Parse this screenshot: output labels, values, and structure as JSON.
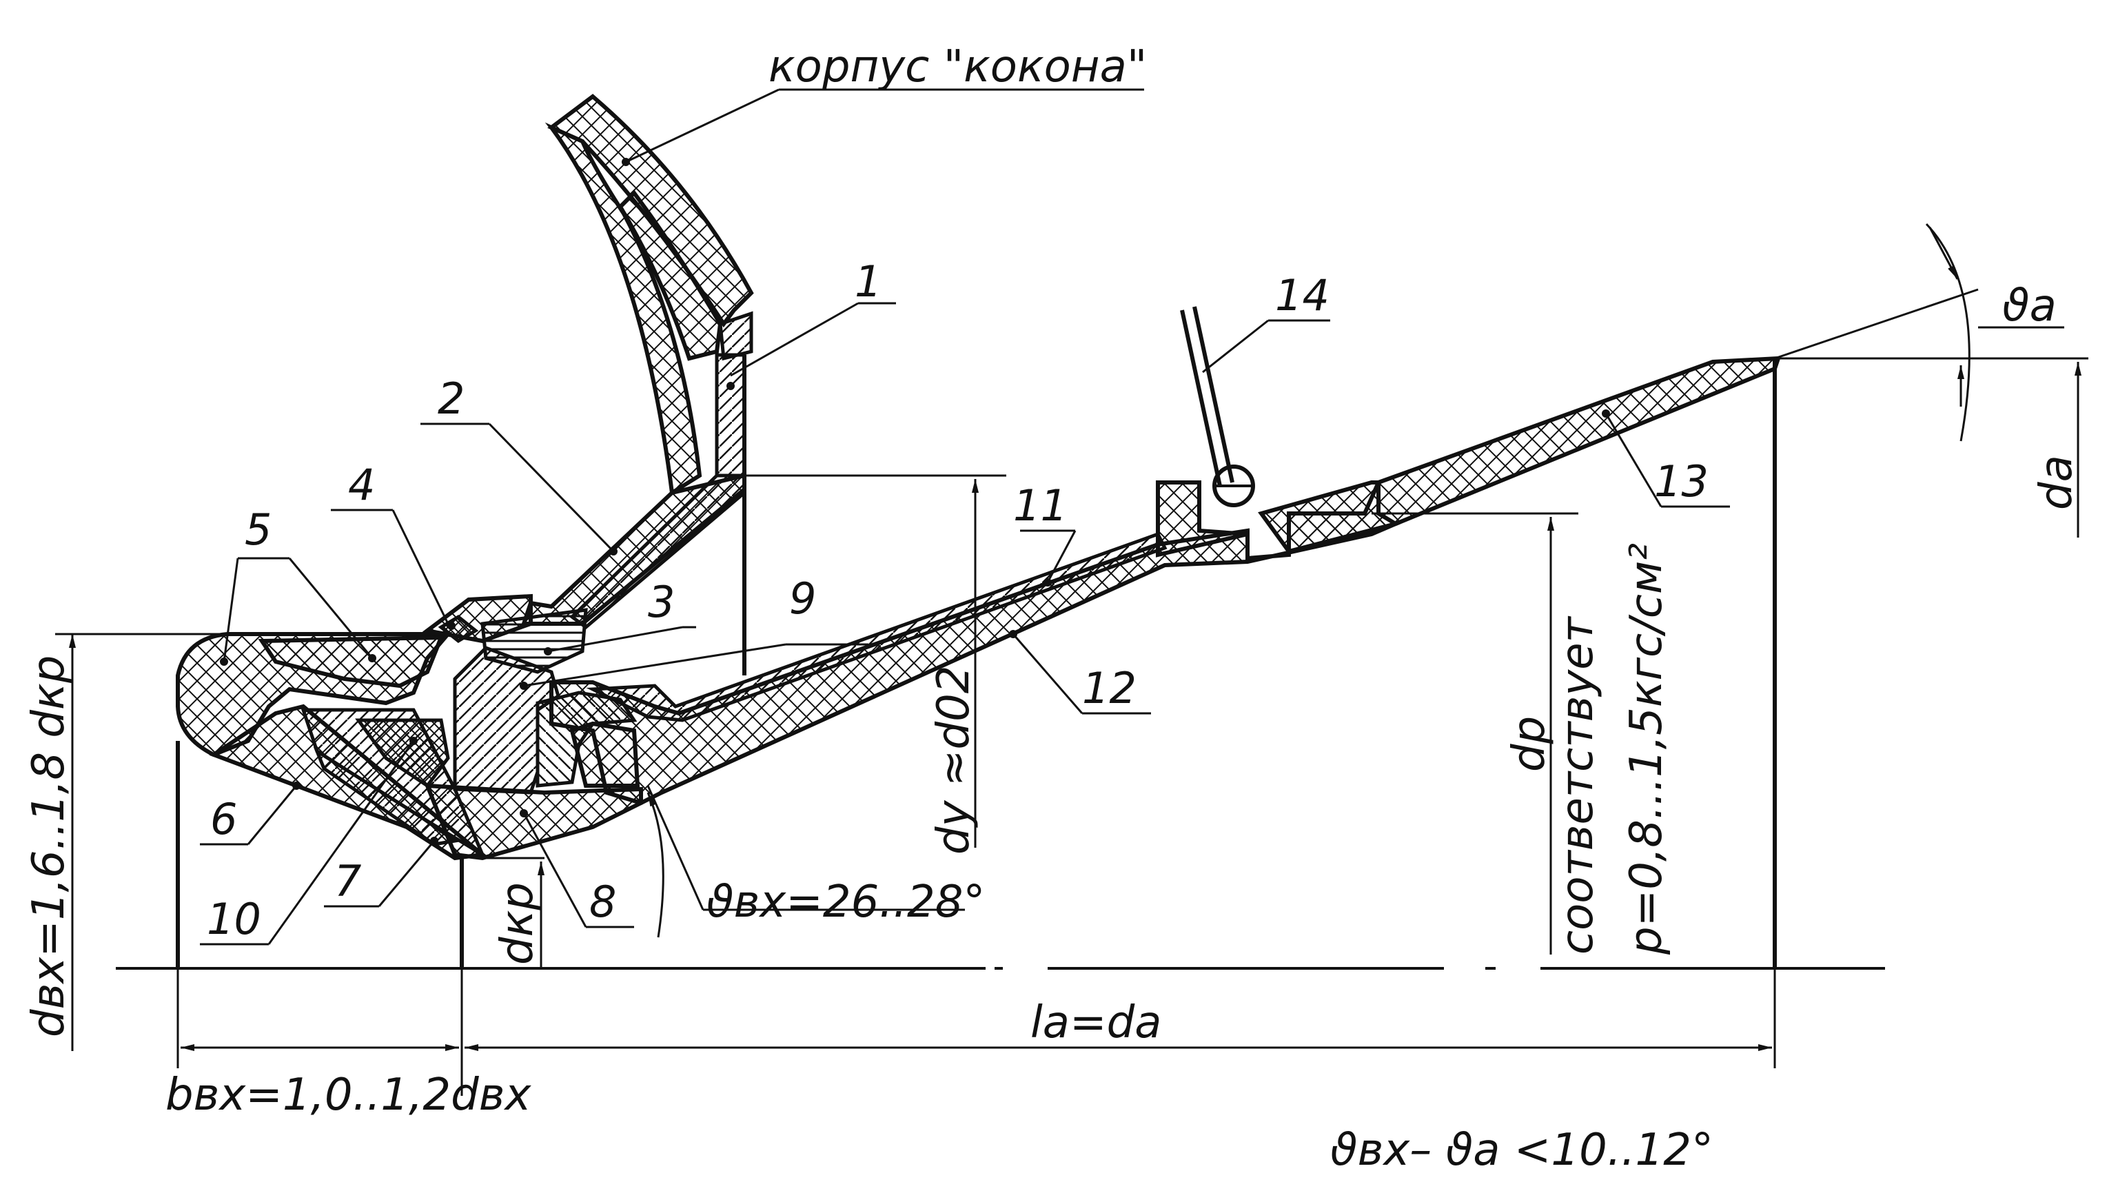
{
  "labels": {
    "cocoon_body": "корпус \"кокона\"",
    "p1": "1",
    "p2": "2",
    "p3": "3",
    "p4": "4",
    "p5": "5",
    "p6": "6",
    "p7": "7",
    "p8": "8",
    "p9": "9",
    "p10": "10",
    "p11": "11",
    "p12": "12",
    "p13": "13",
    "p14": "14"
  },
  "dimensions": {
    "d_inlet": "dвх=1,6..1,8 dкр",
    "b_inlet": "bвх=1,0..1,2dвх",
    "d_throat": "dкр",
    "d_y": "dу ≈d02",
    "l_a": "lа=dа",
    "d_a": "dа",
    "theta_a": "ϑа",
    "theta_inlet": "ϑвх=26..28°",
    "d_p": "dр",
    "corresponds": "соответствует",
    "pressure": "p=0,8...1,5кгс/см²",
    "angle_condition": "ϑвх– ϑа <10..12°"
  }
}
